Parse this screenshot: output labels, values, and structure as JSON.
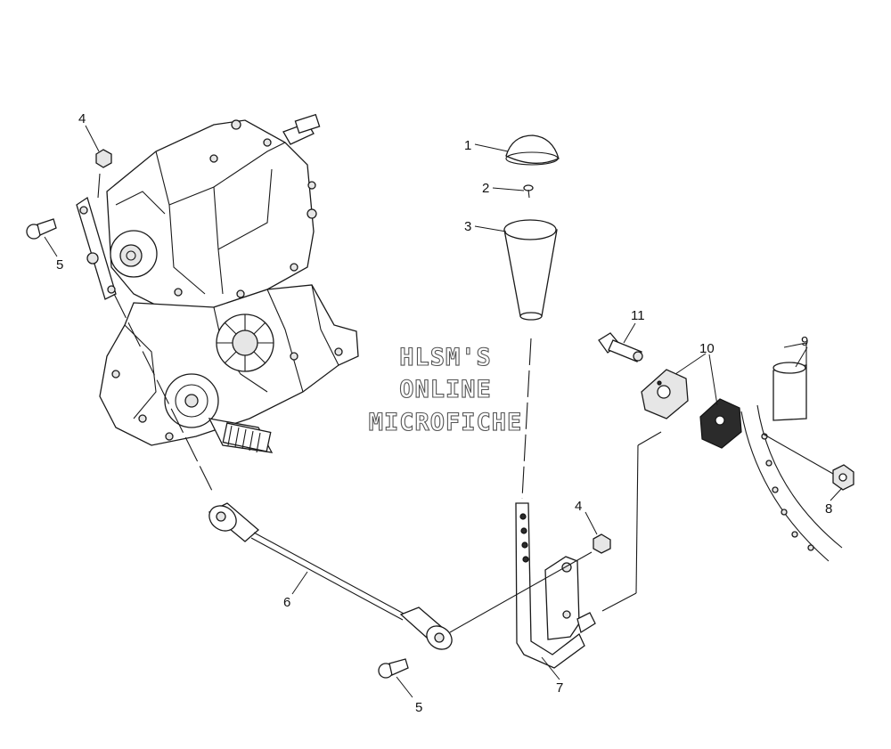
{
  "diagram": {
    "callouts": {
      "c1": "1",
      "c2": "2",
      "c3": "3",
      "c4a": "4",
      "c4b": "4",
      "c5a": "5",
      "c5b": "5",
      "c6": "6",
      "c7": "7",
      "c8": "8",
      "c9": "9",
      "c10": "10",
      "c11": "11"
    },
    "watermark": {
      "line1": "HLSM'S",
      "line2": "ONLINE",
      "line3": "MICROFICHE"
    }
  }
}
